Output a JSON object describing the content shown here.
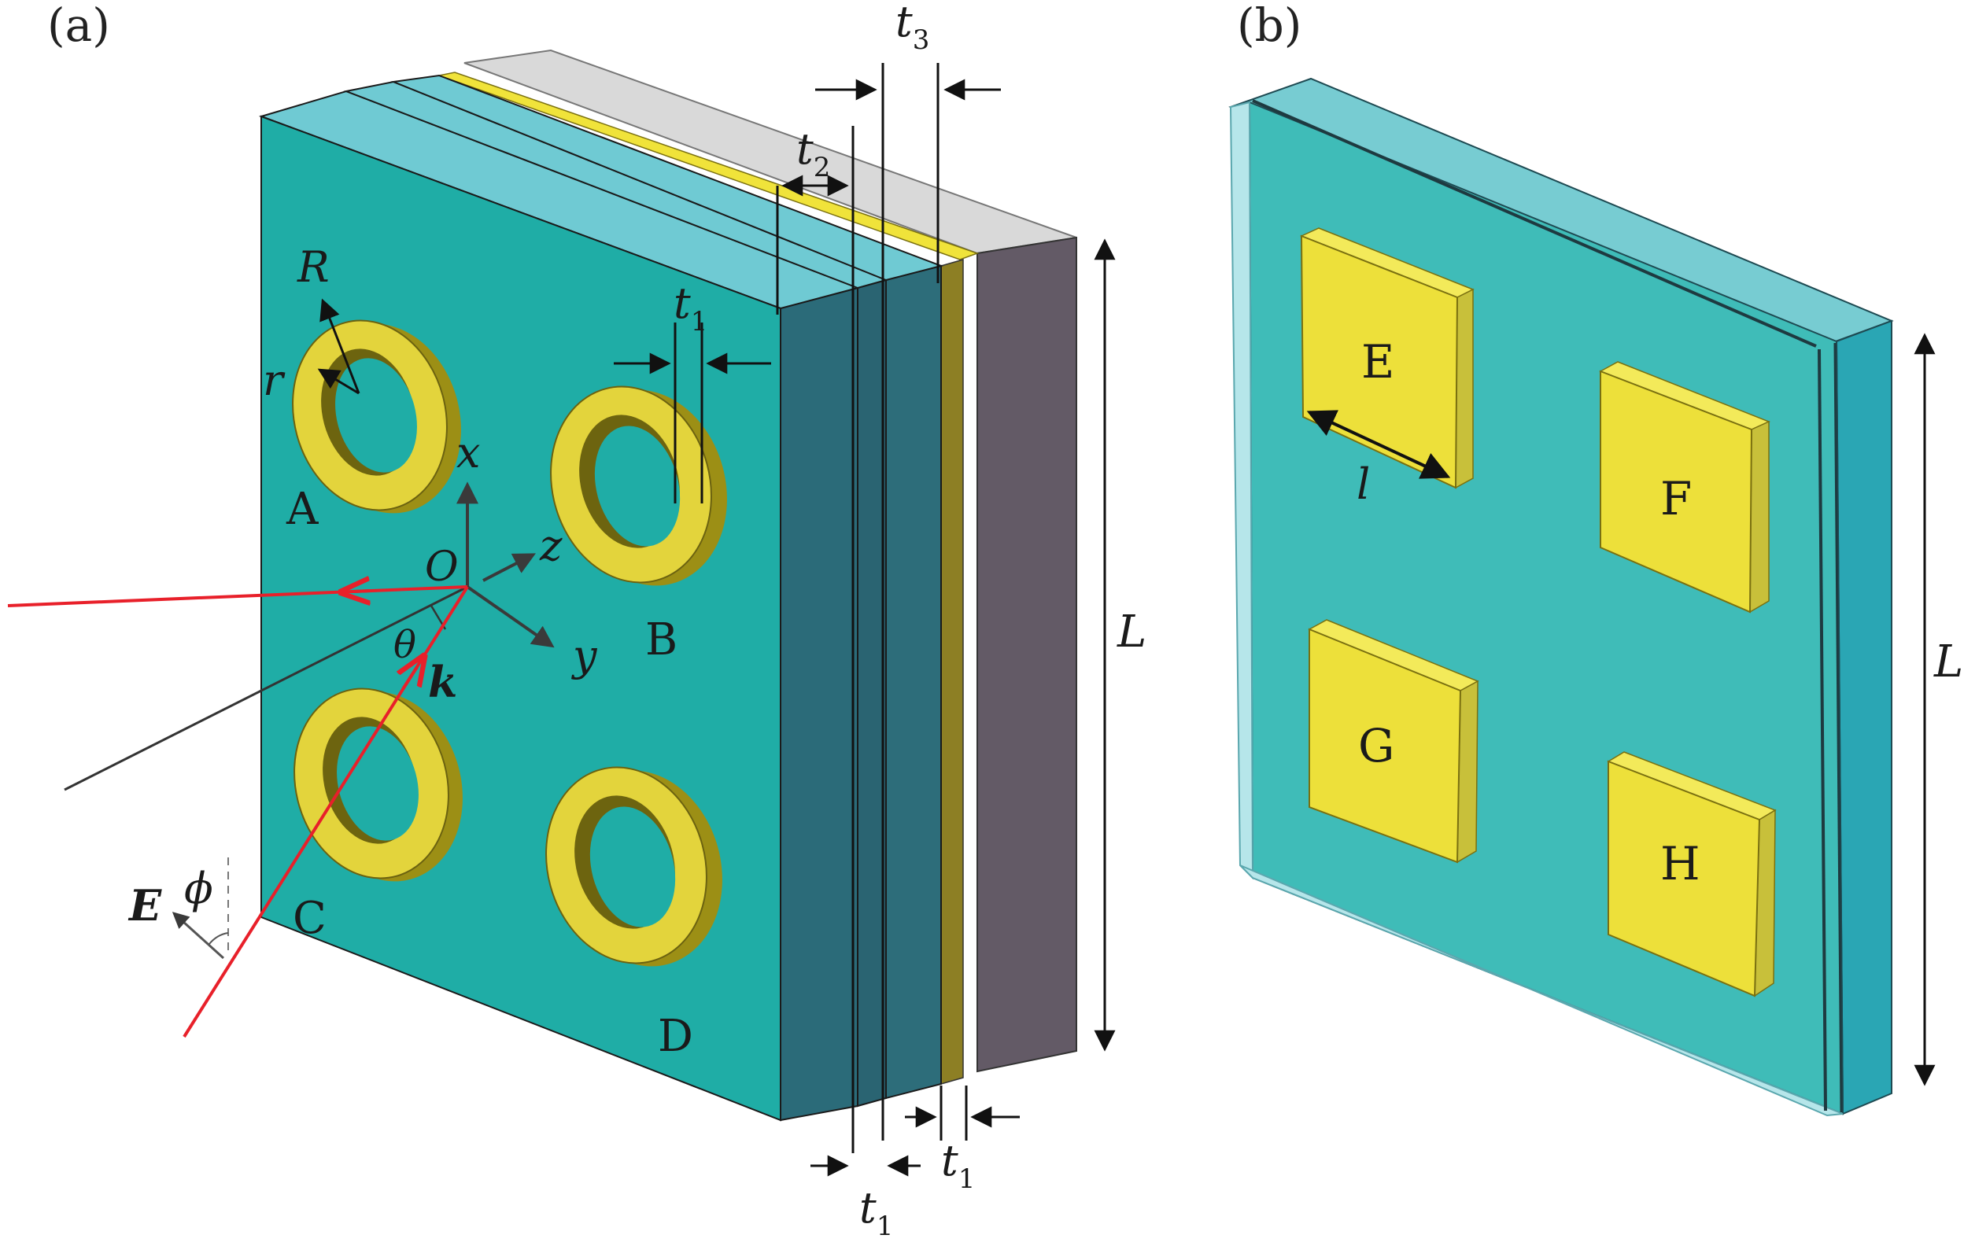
{
  "panels": {
    "a": "(a)",
    "b": "(b)"
  },
  "rings": [
    "A",
    "B",
    "C",
    "D"
  ],
  "squares": [
    "E",
    "F",
    "G",
    "H"
  ],
  "dimensions": {
    "R": "R",
    "r": "r",
    "t": "t",
    "sub1": "1",
    "sub2": "2",
    "sub3": "3",
    "L": "L",
    "l": "l"
  },
  "axes": {
    "origin": "O",
    "x": "x",
    "y": "y",
    "z": "z"
  },
  "wave": {
    "theta": "θ",
    "k": "k",
    "E": "E",
    "phi": "ϕ"
  },
  "colors": {
    "substrate_face": "#1fada6",
    "layer_dark": "#2e6f7c",
    "gold": "#e8dc3a",
    "gold_dark": "#9c8f15",
    "back_plate": "#635a66",
    "top_grey": "#d9d9d9",
    "panel_b_face": "#3fbcb8",
    "beam": "#e8202a"
  }
}
